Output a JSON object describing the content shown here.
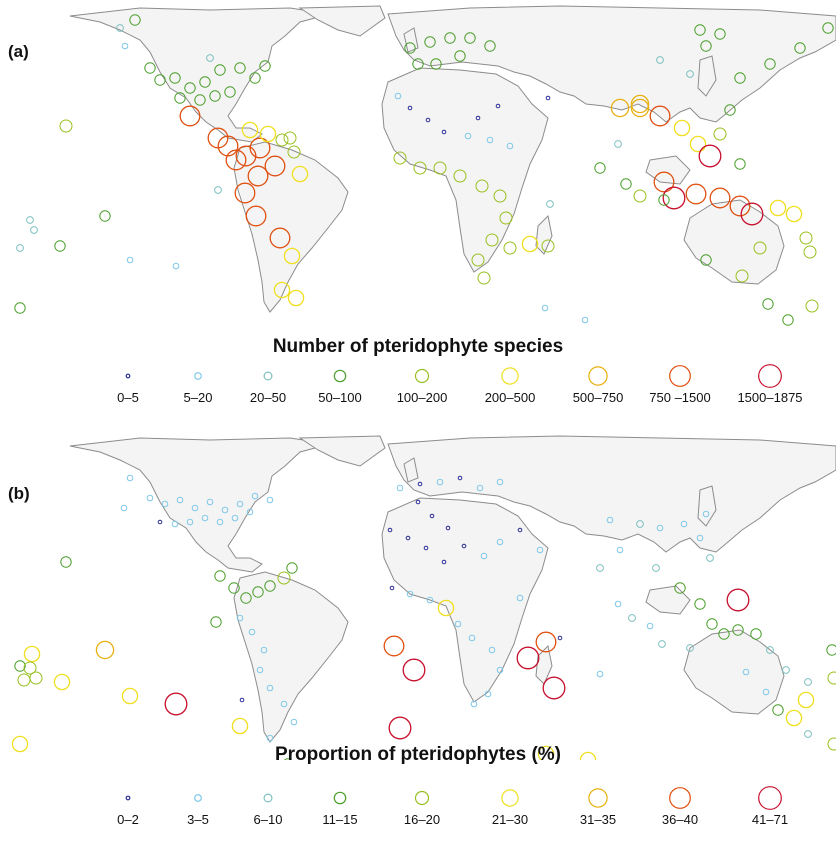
{
  "panels": [
    {
      "id": "a",
      "label": "(a)",
      "legend_title": "Number of pteridophyte species",
      "classes": [
        {
          "label": "0–5",
          "color": "#2b2b9a"
        },
        {
          "label": "5–20",
          "color": "#7fc8e8"
        },
        {
          "label": "20–50",
          "color": "#7fc0c0"
        },
        {
          "label": "50–100",
          "color": "#4a9e2a"
        },
        {
          "label": "100–200",
          "color": "#98c020"
        },
        {
          "label": "200–500",
          "color": "#f0e020"
        },
        {
          "label": "500–750",
          "color": "#e8b010"
        },
        {
          "label": "750 –1500",
          "color": "#e05010"
        },
        {
          "label": "1500–1875",
          "color": "#c8102e"
        }
      ]
    },
    {
      "id": "b",
      "label": "(b)",
      "legend_title": "Proportion of pteridophytes (%)",
      "classes": [
        {
          "label": "0–2",
          "color": "#2b2b9a"
        },
        {
          "label": "3–5",
          "color": "#7fc8e8"
        },
        {
          "label": "6–10",
          "color": "#7fc0c0"
        },
        {
          "label": "11–15",
          "color": "#4a9e2a"
        },
        {
          "label": "16–20",
          "color": "#98c020"
        },
        {
          "label": "21–30",
          "color": "#f0e020"
        },
        {
          "label": "31–35",
          "color": "#e8b010"
        },
        {
          "label": "36–40",
          "color": "#e05010"
        },
        {
          "label": "41–71",
          "color": "#c8102e"
        }
      ]
    }
  ]
}
